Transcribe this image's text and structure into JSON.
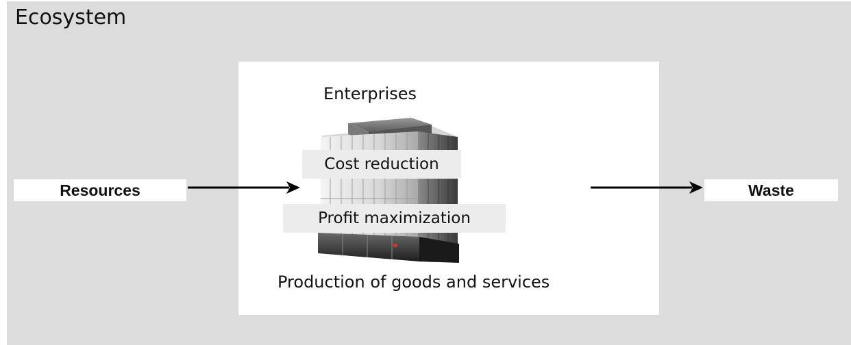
{
  "ecosystem": {
    "label": "Ecosystem"
  },
  "enterprise": {
    "label": "Enterprises",
    "goals": [
      "Cost reduction",
      "Profit maximization"
    ],
    "output_label": "Production of goods and services"
  },
  "flow": {
    "input_label": "Resources",
    "output_label": "Waste"
  }
}
